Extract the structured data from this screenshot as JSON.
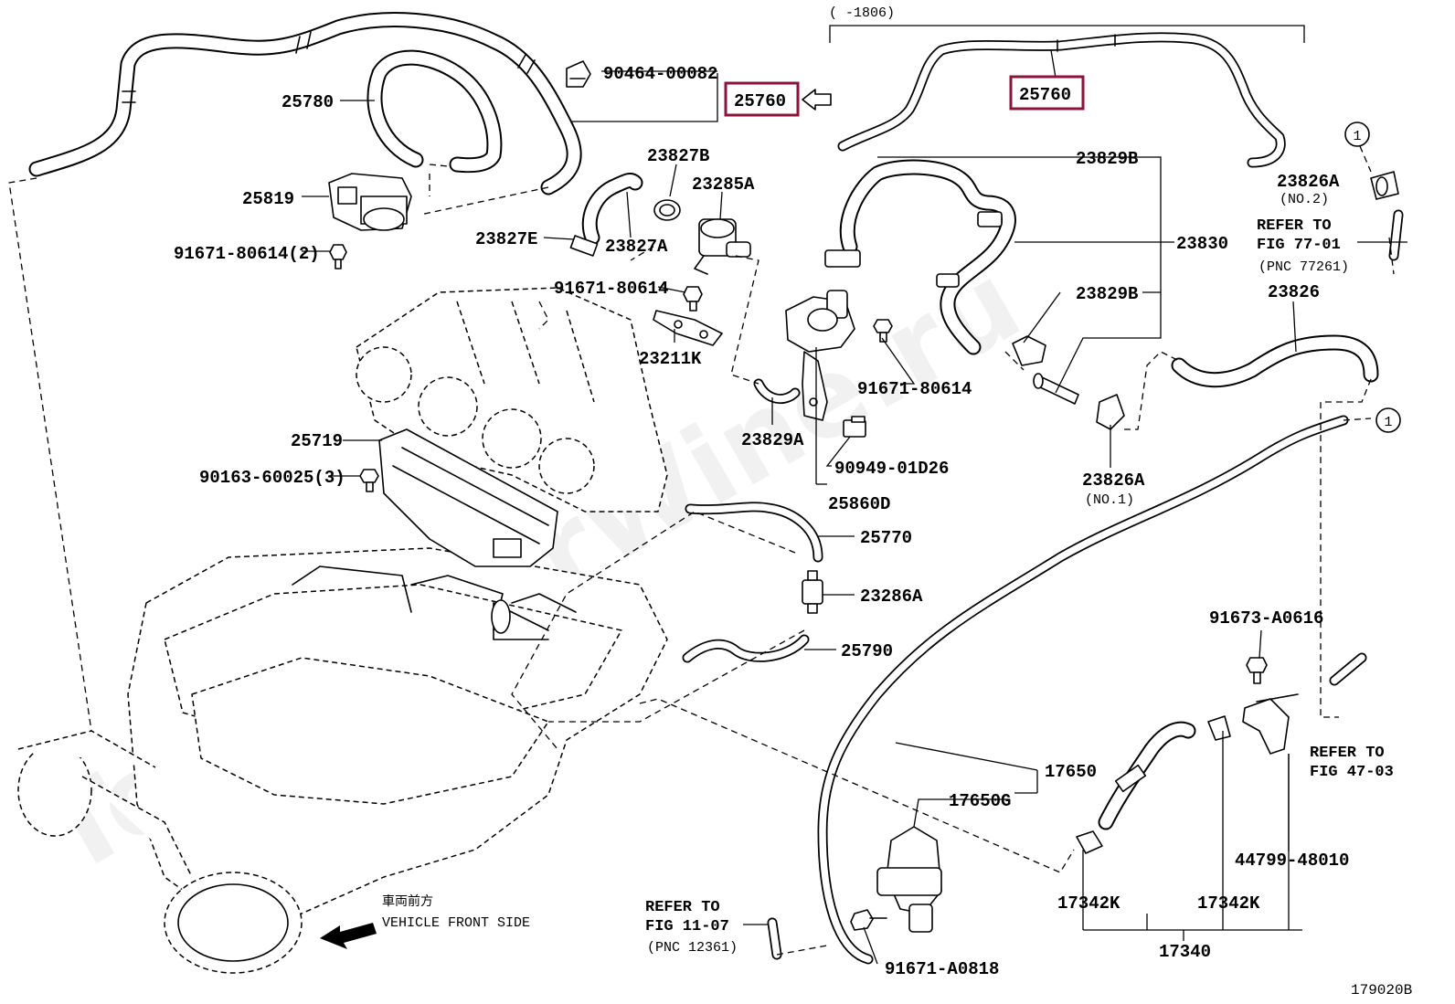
{
  "diagram": {
    "watermark": "ToyotaCarWine.ru",
    "figure_code": "179020B",
    "applicability_note": "(      -1806)",
    "direction": {
      "japanese": "車両前方",
      "english": "VEHICLE FRONT SIDE"
    },
    "highlight_color": "#8a1538",
    "parts": {
      "p25760_left": "25760",
      "p25760_right": "25760",
      "p90464": "90464-00082",
      "p25780": "25780",
      "p25819": "25819",
      "p91671_80614_2": "91671-80614(2)",
      "p23827B": "23827B",
      "p23285A": "23285A",
      "p23827E": "23827E",
      "p23827A": "23827A",
      "p91671_80614_a": "91671-80614",
      "p23211K": "23211K",
      "p23829B_top": "23829B",
      "p23830": "23830",
      "p23829B_mid": "23829B",
      "p91671_80614_b": "91671-80614",
      "p23829A": "23829A",
      "p90949": "90949-01D26",
      "p25860D": "25860D",
      "p23826A_no2": "23826A",
      "no2": "(NO.2)",
      "p23826": "23826",
      "p23826A_no1": "23826A",
      "no1": "(NO.1)",
      "p25719": "25719",
      "p90163": "90163-60025(3)",
      "p25770": "25770",
      "p23286A": "23286A",
      "p25790": "25790",
      "p91673": "91673-A0616",
      "p17650": "17650",
      "p17650G": "17650G",
      "p44799": "44799-48010",
      "p17342K_left": "17342K",
      "p17342K_right": "17342K",
      "p17340": "17340",
      "p91671_A0818": "91671-A0818"
    },
    "references": {
      "fig77_line1": "REFER TO",
      "fig77_line2": "FIG 77-01",
      "fig77_pnc": "(PNC 77261)",
      "fig47_line1": "REFER TO",
      "fig47_line2": "FIG 47-03",
      "fig11_line1": "REFER TO",
      "fig11_line2": "FIG 11-07",
      "fig11_pnc": "(PNC 12361)"
    },
    "circle_marker": "1"
  }
}
